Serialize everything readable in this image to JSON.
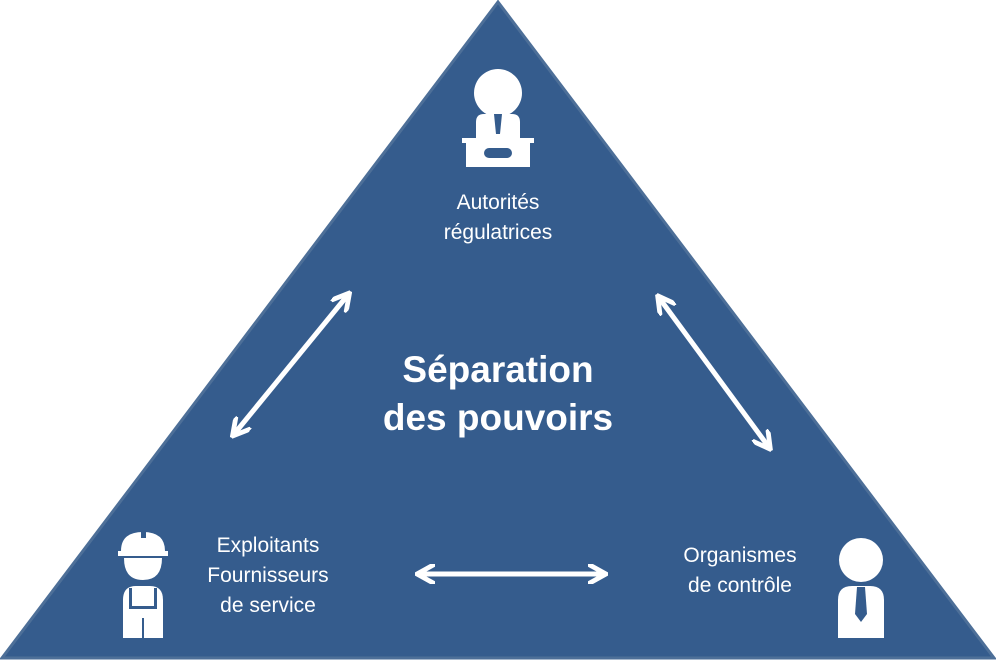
{
  "diagram": {
    "title_line1": "Séparation",
    "title_line2": "des pouvoirs",
    "nodes": {
      "top": {
        "line1": "Autorités",
        "line2": "régulatrices",
        "icon": "official-at-desk-icon"
      },
      "bottom_left": {
        "line1": "Exploitants",
        "line2": "Fournisseurs",
        "line3": "de service",
        "icon": "construction-worker-icon"
      },
      "bottom_right": {
        "line1": "Organismes",
        "line2": "de contrôle",
        "icon": "businessman-icon"
      }
    },
    "colors": {
      "triangle_fill": "#355c8d",
      "triangle_stroke": "#4d6f98",
      "foreground": "#ffffff"
    }
  }
}
